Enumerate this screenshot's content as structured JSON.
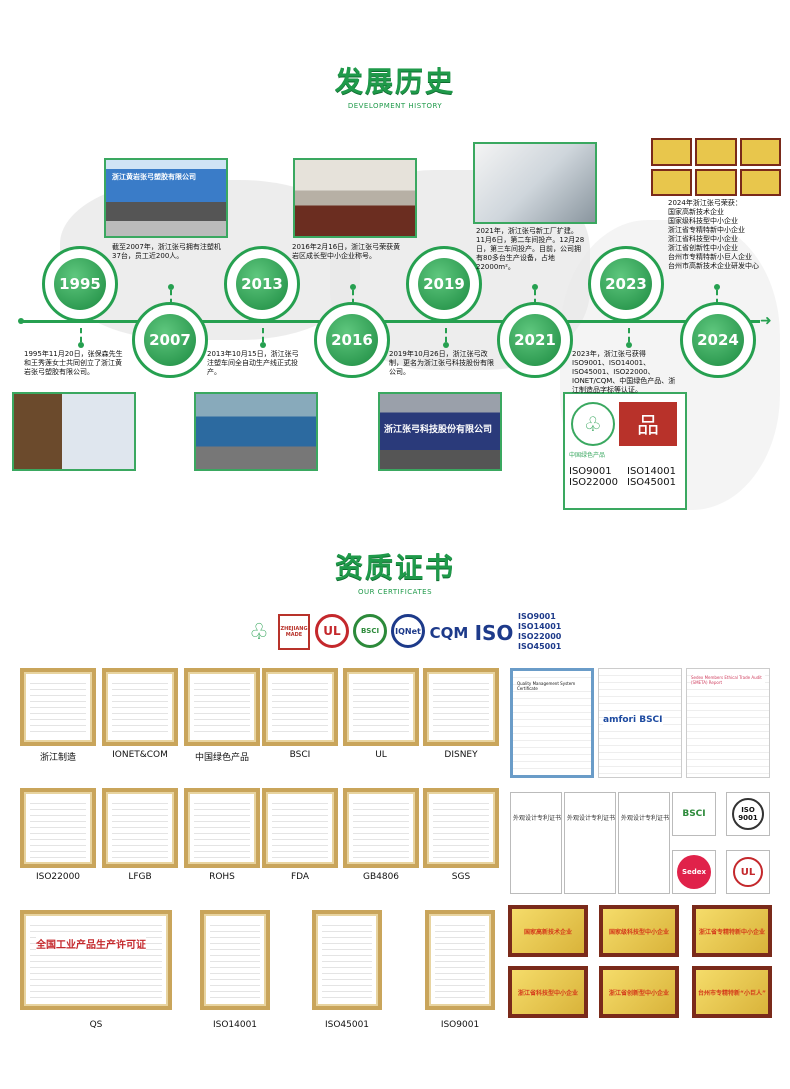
{
  "history": {
    "title": "发展历史",
    "subtitle": "DEVELOPMENT HISTORY",
    "milestones": [
      {
        "year": "1995",
        "text": "1995年11月20日，张保森先生和王秀莲女士共同创立了浙江黄岩张弓塑胶有限公司。"
      },
      {
        "year": "2007",
        "text": "截至2007年，浙江张弓拥有注塑机37台，员工近200人。"
      },
      {
        "year": "2013",
        "text": "2013年10月15日，浙江张弓注塑车间全自动生产线正式投产。"
      },
      {
        "year": "2016",
        "text": "2016年2月16日，浙江张弓荣获黄岩区成长型中小企业称号。"
      },
      {
        "year": "2019",
        "text": "2019年10月26日，浙江张弓改制，更名为浙江张弓科技股份有限公司。"
      },
      {
        "year": "2021",
        "text": "2021年，浙江张弓新工厂扩建。11月6日，第二车间投产。12月28日，第三车间投产。目前，公司拥有80多台生产设备，占地22000m²。"
      },
      {
        "year": "2023",
        "text": "2023年，浙江张弓获得ISO9001、ISO14001、ISO45001、ISO22000、IONET/CQM、中国绿色产品、浙江制造品字标等认证。"
      },
      {
        "year": "2024",
        "text": "2024年浙江张弓荣获：",
        "honors": [
          "国家高新技术企业",
          "国家级科技型中小企业",
          "浙江省专精特新中小企业",
          "浙江省科技型中小企业",
          "浙江省创新性中小企业",
          "台州市专精特新小巨人企业",
          "台州市高新技术企业研发中心"
        ]
      }
    ],
    "photo_sign": "浙江张弓科技股份有限公司",
    "photo_sign_2007": "浙江黄岩张弓塑胶有限公司",
    "cert_photo_marks": [
      "ISO9001",
      "ISO14001",
      "ISO22000",
      "ISO45001"
    ],
    "cert_photo_label": "中国绿色产品"
  },
  "certificates": {
    "title": "资质证书",
    "subtitle": "OUR CERTIFICATES",
    "logos": [
      "中国绿色产品",
      "ZHEJIANG MADE",
      "UL",
      "BSCI",
      "IQNet",
      "CQM",
      "ISO"
    ],
    "iso_list": [
      "ISO9001",
      "ISO14001",
      "ISO22000",
      "ISO45001"
    ],
    "grid": [
      "浙江制造",
      "IONET&COM",
      "中国绿色产品",
      "BSCI",
      "UL",
      "DISNEY",
      "ISO22000",
      "LFGB",
      "ROHS",
      "FDA",
      "GB4806",
      "SGS",
      "QS",
      "ISO14001",
      "ISO45001",
      "ISO9001"
    ],
    "qs_doc_title": "全国工业产品生产许可证",
    "right_docs": [
      "Quality Management System Certificate",
      "amfori BSCI",
      "Sedex Members Ethical Trade Audit (SMETA) Report"
    ],
    "patents": [
      "外观设计专利证书",
      "外观设计专利证书",
      "外观设计专利证书"
    ],
    "right_logos": [
      "BSCI",
      "ISO 9001",
      "Sedex",
      "UL"
    ],
    "plaques": [
      "国家高新技术企业",
      "国家级科技型中小企业",
      "浙江省专精特新中小企业",
      "浙江省科技型中小企业",
      "浙江省创新型中小企业",
      "台州市专精特新“小巨人”"
    ]
  },
  "colors": {
    "brand_green": "#26a050",
    "frame_gold": "#c9a55b",
    "plaque_red": "#d43a1a"
  }
}
